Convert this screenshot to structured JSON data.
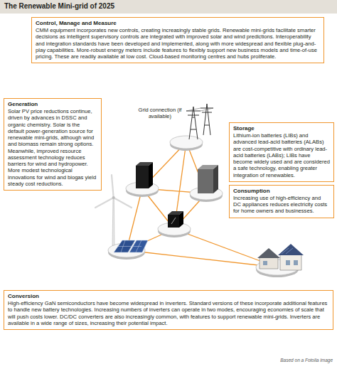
{
  "diagram": {
    "title": "The Renewable Mini-grid of 2025",
    "caption": "Based on a Fotolia image",
    "nodes": [
      {
        "text": [
          "Control, Manage and Measure",
          "CMM equipment incorporates new controls, creating increasingly stable grids. Renewable mini-grids facilitate smarter decisions as intelligent supervisory controls are integrated with improved solar and wind predictions. Interoperability and integration standards have been developed and implemented, along with more widespread and flexible plug-and-play capabilities. More-robust energy meters include features to flexibly support new business models and time-of-use pricing. These are readily available at low cost. Cloud-based monitoring centres and hubs proliferate."
        ]
      },
      {
        "text": [
          "Generation",
          "Solar PV price reductions continue, driven by advances in DSSC and organic chemistry. Solar is the default power-generation source for renewable mini-grids, although wind and biomass remain strong options. Meanwhile, improved resource assessment technology reduces barriers for wind and hydropower. More modest technological innovations for wind and biogas yield steady cost reductions."
        ]
      },
      {
        "text": [
          "Storage",
          "Lithium-ion batteries (LIBs) and advanced lead-acid batteries (ALABs) are cost-competitive with ordinary lead-acid batteries (LABs); LIBs have become widely used and are considered a safe technology, enabling greater integration of renewables."
        ]
      },
      {
        "text": [
          "Consumption",
          "Increasing use of high-efficiency and DC appliances reduces electricity costs for home owners and businesses."
        ]
      },
      {
        "text": [
          "Conversion",
          "High-efficiency GaN semiconductors have become widespread in inverters. Standard versions of these incorporate additional features to handle new battery technologies. Increasing numbers of inverters can operate in two modes, encouraging economies of scale that will push costs lower. DC/DC converters are also increasingly common, with features to support renewable mini-grids. Inverters are available in a wide range of sizes, increasing their potential impact."
        ]
      }
    ],
    "labels": [
      "Grid connection (if available)"
    ]
  }
}
